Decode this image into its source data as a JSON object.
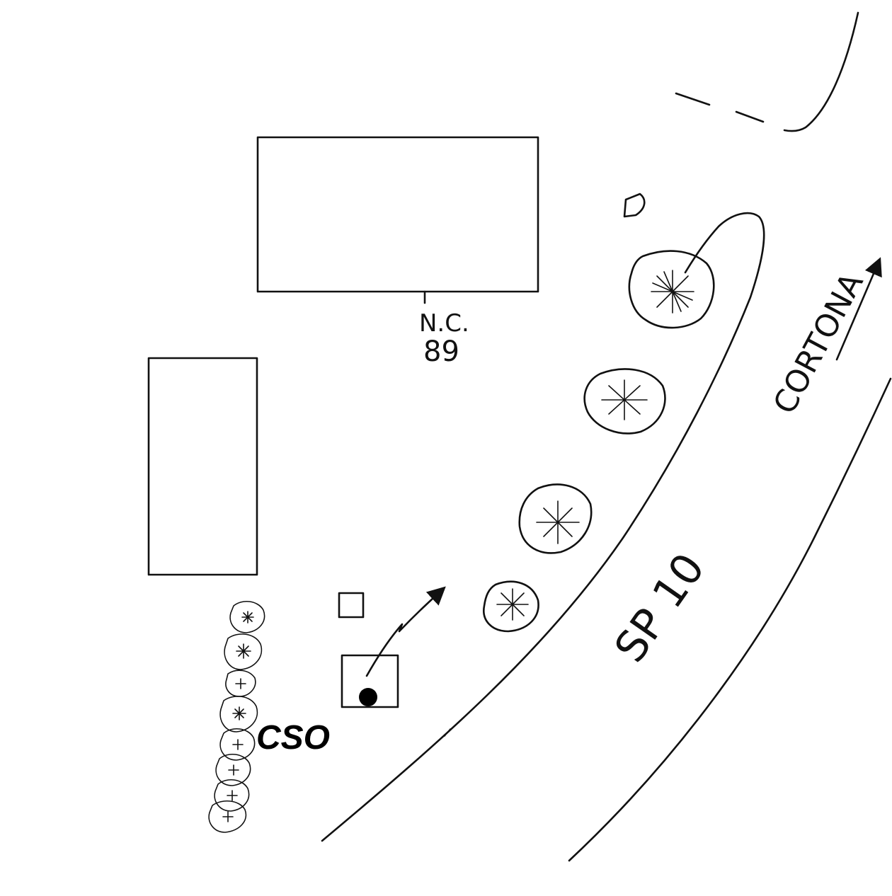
{
  "labels": {
    "building_code": "N.C.",
    "building_number": "89",
    "road_name": "SP 10",
    "direction": "CORTONA",
    "station": "CSO"
  },
  "colors": {
    "ink": "#111111",
    "background": "#ffffff"
  },
  "icons": {
    "tree": "shrub-icon",
    "hedge": "hedge-shrub-icon",
    "point": "measurement-point-icon",
    "arrow": "direction-arrow-icon"
  }
}
